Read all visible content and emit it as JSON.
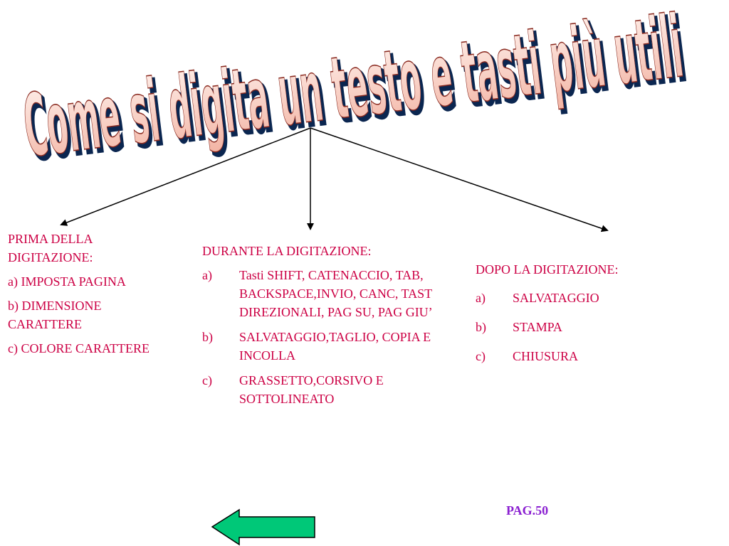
{
  "title": "Come si digita un testo e tasti più utili",
  "colors": {
    "title_fill": "#fbd6cc",
    "title_shadow": "#0b2650",
    "text": "#cc0044",
    "page_number": "#8a1fd1",
    "arrow_fill": "#00c878"
  },
  "before": {
    "heading": "PRIMA DELLA DIGITAZIONE:",
    "items": [
      "a) IMPOSTA PAGINA",
      "b) DIMENSIONE CARATTERE",
      "c) COLORE CARATTERE"
    ]
  },
  "during": {
    "heading": "DURANTE LA DIGITAZIONE:",
    "items": [
      {
        "marker": "a)",
        "text": "Tasti SHIFT, CATENACCIO, TAB, BACKSPACE,INVIO, CANC, TAST DIREZIONALI, PAG SU, PAG GIU’"
      },
      {
        "marker": "b)",
        "text": "SALVATAGGIO,TAGLIO, COPIA E INCOLLA"
      },
      {
        "marker": "c)",
        "text": "GRASSETTO,CORSIVO E SOTTOLINEATO"
      }
    ]
  },
  "after": {
    "heading": "DOPO LA DIGITAZIONE:",
    "items": [
      {
        "marker": "a)",
        "text": "SALVATAGGIO"
      },
      {
        "marker": "b)",
        "text": "STAMPA"
      },
      {
        "marker": "c)",
        "text": "CHIUSURA"
      }
    ]
  },
  "page_number": "PAG.50",
  "back_button_icon": "left-arrow-icon"
}
